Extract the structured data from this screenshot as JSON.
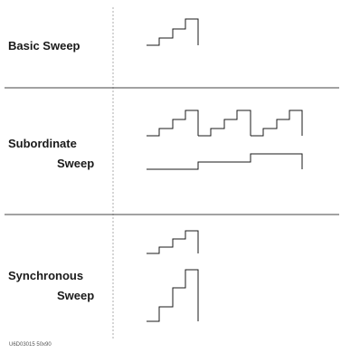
{
  "sections": {
    "basic": {
      "label": "Basic Sweep"
    },
    "subordinate": {
      "label_line1": "Subordinate",
      "label_line2": "Sweep"
    },
    "synchronous": {
      "label_line1": "Synchronous",
      "label_line2": "Sweep"
    }
  },
  "footnote": "U6D03015 50x90",
  "colors": {
    "ink": "#1a1a1a",
    "divider": "#444444",
    "dashed": "#999999"
  }
}
